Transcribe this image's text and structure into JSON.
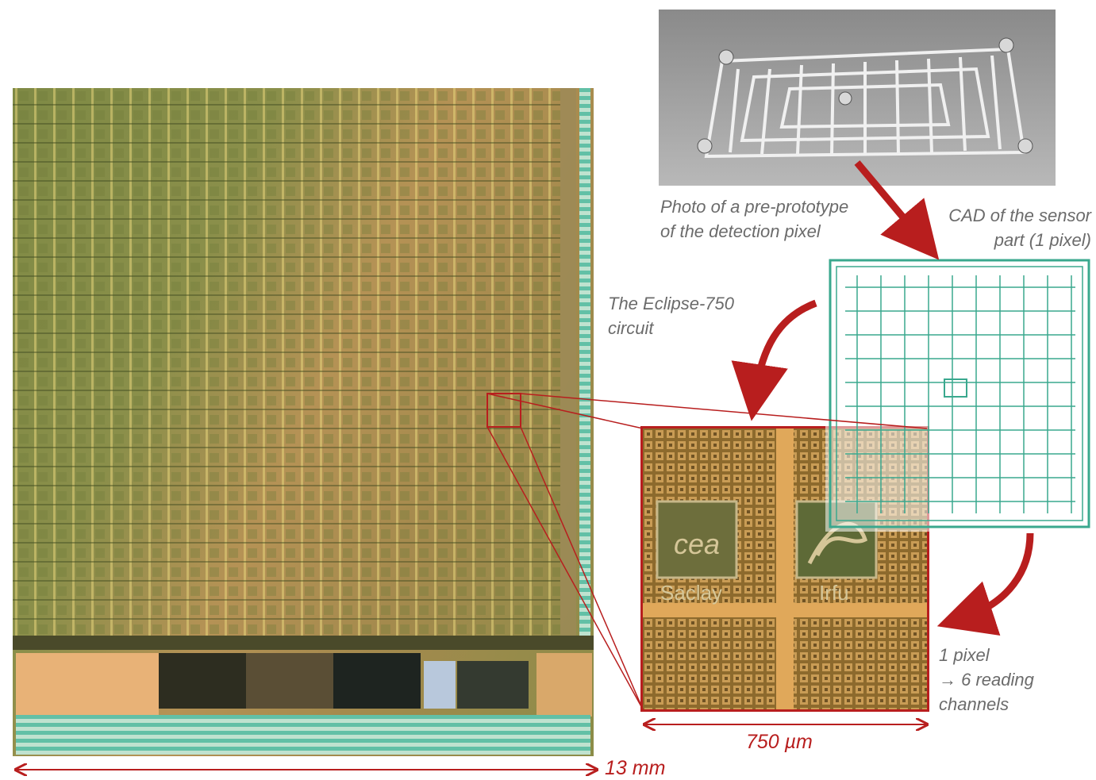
{
  "captions": {
    "photo_line1": "Photo of a pre-prototype",
    "photo_line2": "of the detection pixel",
    "cad_line1": "CAD of the sensor",
    "cad_line2": "part (1 pixel)",
    "circuit_line1": "The Eclipse-750",
    "circuit_line2": "circuit",
    "pixel_line1": "1 pixel",
    "pixel_line2": "→ 6 reading",
    "pixel_line3": "channels"
  },
  "dimensions": {
    "chip_width": "13 mm",
    "pixel_width": "750 µm"
  },
  "chip_labels": {
    "logo_text": "cea",
    "site_left": "Saclay",
    "site_right": "Irfu"
  },
  "colors": {
    "accent_red": "#b81e1e",
    "caption_gray": "#6b6b6b",
    "cad_green": "#3aa88e",
    "chip_gold": "#c89a4e",
    "sem_gray": "#9a9a9a"
  }
}
